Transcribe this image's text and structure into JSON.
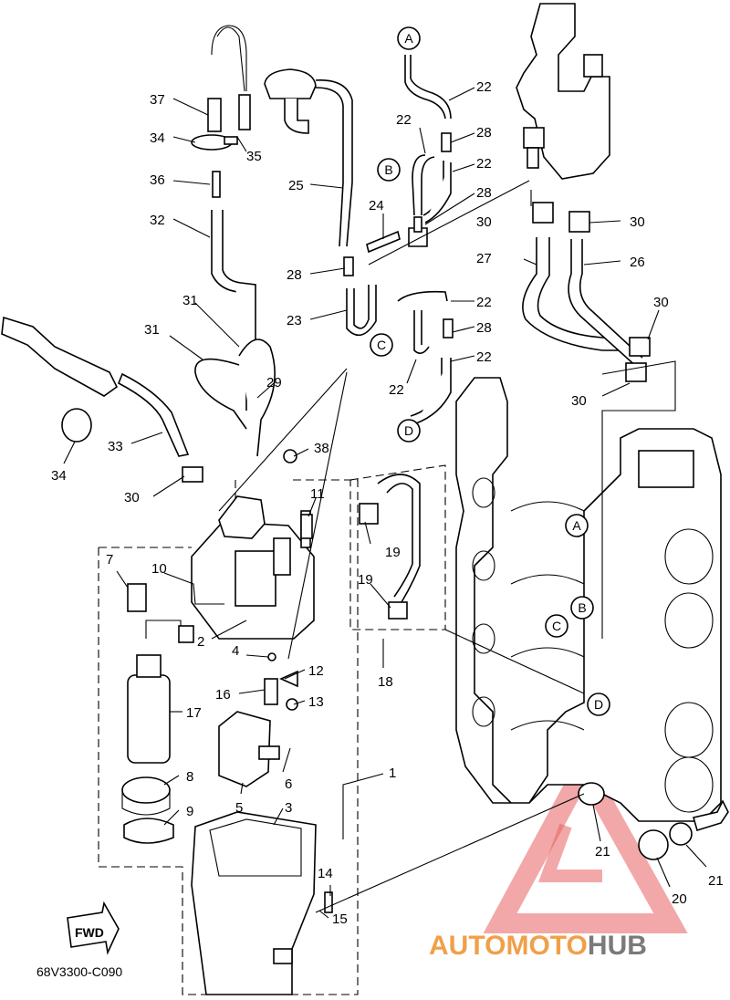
{
  "diagram_code": "68V3300-C090",
  "fwd_label": "FWD",
  "watermark": {
    "part1": "AUTO",
    "part2": "MOTO",
    "part3": "HUB",
    "color": "#e03a2f"
  },
  "callouts": {
    "c1": "1",
    "c2": "2",
    "c3": "3",
    "c4": "4",
    "c5": "5",
    "c6": "6",
    "c7": "7",
    "c8": "8",
    "c9": "9",
    "c10": "10",
    "c11": "11",
    "c12": "12",
    "c13": "13",
    "c14": "14",
    "c15": "15",
    "c16": "16",
    "c17": "17",
    "c18": "18",
    "c19a": "19",
    "c19b": "19",
    "c20": "20",
    "c21a": "21",
    "c21b": "21",
    "c22a": "22",
    "c22b": "22",
    "c22c": "22",
    "c22d": "22",
    "c22e": "22",
    "c22f": "22",
    "c23": "23",
    "c24": "24",
    "c25": "25",
    "c26": "26",
    "c27": "27",
    "c28a": "28",
    "c28b": "28",
    "c28c": "28",
    "c28d": "28",
    "c29": "29",
    "c30a": "30",
    "c30b": "30",
    "c30c": "30",
    "c30d": "30",
    "c30e": "30",
    "c31a": "31",
    "c31b": "31",
    "c32": "32",
    "c33": "33",
    "c34a": "34",
    "c34b": "34",
    "c35": "35",
    "c36": "36",
    "c37": "37",
    "c38": "38"
  },
  "connectors": {
    "a1": "A",
    "b1": "B",
    "c1": "C",
    "d1": "D",
    "a2": "A",
    "b2": "B",
    "c2": "C",
    "d2": "D"
  }
}
